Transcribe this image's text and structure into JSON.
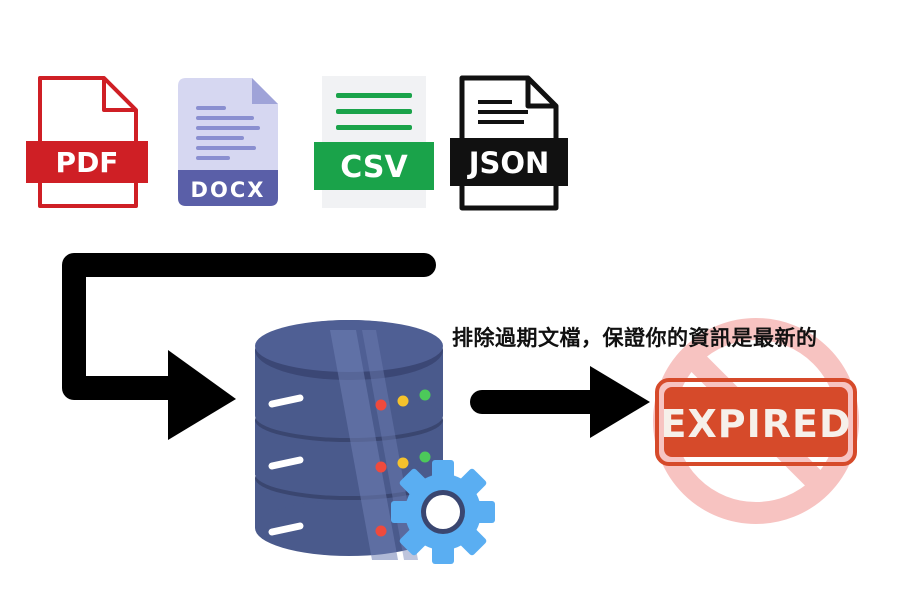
{
  "files": [
    {
      "label": "PDF",
      "icon": "pdf-file-icon",
      "color": "#cf1f25"
    },
    {
      "label": "DOCX",
      "icon": "docx-file-icon",
      "color": "#5a5fa8"
    },
    {
      "label": "CSV",
      "icon": "csv-file-icon",
      "color": "#1aa34a"
    },
    {
      "label": "JSON",
      "icon": "json-file-icon",
      "color": "#111111"
    }
  ],
  "caption": "排除過期文檔，保證你的資訊是最新的",
  "expired_stamp": {
    "label": "EXPIRED",
    "color": "#d64a2a"
  },
  "icons": [
    "database-icon",
    "gear-icon",
    "no-entry-icon",
    "flow-arrow-icon"
  ],
  "colors": {
    "database": "#4a5a8c",
    "gear": "#5aaef2",
    "led_red": "#ef4a3d",
    "led_yellow": "#f5c22c",
    "led_green": "#4cc95a",
    "prohibit": "#f7c3c1"
  }
}
